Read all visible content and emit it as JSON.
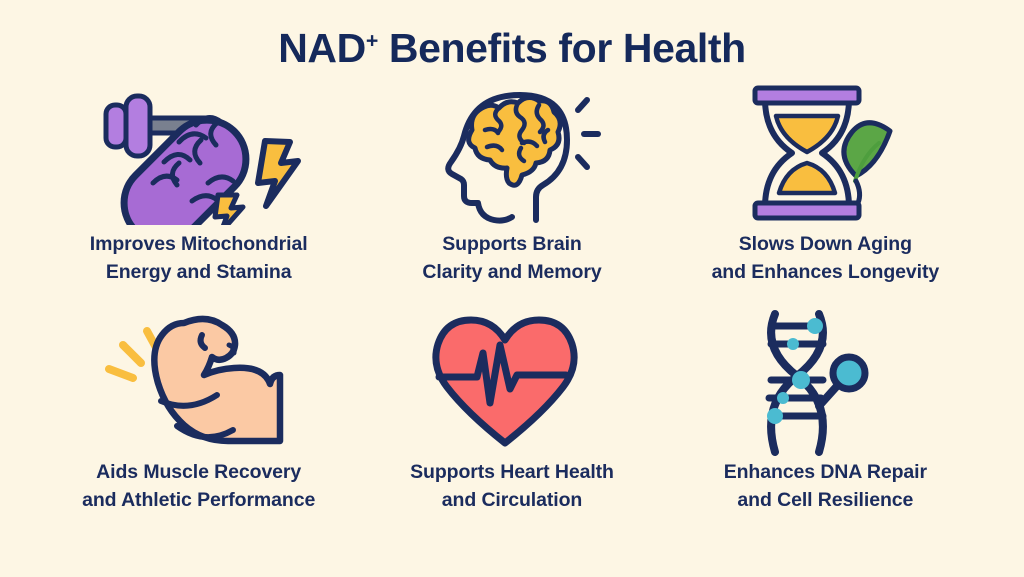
{
  "header": {
    "title_main": "NAD",
    "title_sup": "+",
    "title_rest": " Benefits for Health",
    "title_full": "NAD+ Benefits for Health"
  },
  "colors": {
    "background": "#FDF6E4",
    "navy": "#1B2C5E",
    "purple": "#A76BD4",
    "yellow": "#F9BE3F",
    "coral": "#FA6B6B",
    "green": "#4E9E3E",
    "skin": "#FBC9A4",
    "teal": "#4BBBD1"
  },
  "benefits": [
    {
      "id": "mitochondrial-energy",
      "icon": "mitochondria-dumbbell-lightning-icon",
      "label_line1": "Improves Mitochondrial",
      "label_line2": "Energy and Stamina",
      "label": "Improves Mitochondrial Energy and Stamina"
    },
    {
      "id": "brain-clarity",
      "icon": "head-brain-icon",
      "label_line1": "Supports Brain",
      "label_line2": "Clarity and Memory",
      "label": "Supports Brain Clarity and Memory"
    },
    {
      "id": "slows-aging",
      "icon": "hourglass-leaf-icon",
      "label_line1": "Slows Down Aging",
      "label_line2": "and Enhances Longevity",
      "label": "Slows Down Aging and Enhances Longevity"
    },
    {
      "id": "muscle-recovery",
      "icon": "flexed-bicep-icon",
      "label_line1": "Aids Muscle Recovery",
      "label_line2": "and Athletic Performance",
      "label": "Aids Muscle Recovery and Athletic Performance"
    },
    {
      "id": "heart-health",
      "icon": "heart-pulse-icon",
      "label_line1": "Supports Heart Health",
      "label_line2": "and Circulation",
      "label": "Supports Heart Health and Circulation"
    },
    {
      "id": "dna-repair",
      "icon": "dna-helix-icon",
      "label_line1": "Enhances DNA Repair",
      "label_line2": "and Cell Resilience",
      "label": "Enhances DNA Repair and Cell Resilience"
    }
  ]
}
